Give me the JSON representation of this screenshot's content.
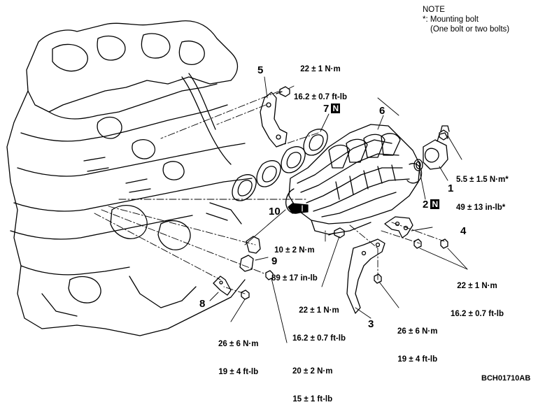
{
  "note": {
    "title": "NOTE",
    "line1": "*: Mounting bolt",
    "line2": "(One bolt or two bolts)"
  },
  "callouts": {
    "p1": "1",
    "p2": "2",
    "p3": "3",
    "p4": "4",
    "p5": "5",
    "p6": "6",
    "p7": "7",
    "p8": "8",
    "p9": "9",
    "p10": "10",
    "new_mark": "N"
  },
  "torque_specs": {
    "top_bracket": [
      "22 ± 1 N·m",
      "16.2 ± 0.7 ft-lb"
    ],
    "part1": [
      "5.5 ± 1.5 N·m*",
      "49 ± 13 in-lb*"
    ],
    "part9": [
      "10 ± 2 N·m",
      "89 ± 17 in-lb"
    ],
    "part4": [
      "22 ± 1 N·m",
      "16.2 ± 0.7 ft-lb"
    ],
    "part3": [
      "22 ± 1 N·m",
      "16.2 ± 0.7 ft-lb"
    ],
    "part3_lower": [
      "26 ± 6 N·m",
      "19 ± 4 ft-lb"
    ],
    "part8": [
      "26 ± 6 N·m",
      "19 ± 4 ft-lb"
    ],
    "bottom": [
      "20 ± 2 N·m",
      "15 ± 1 ft-lb"
    ]
  },
  "figure_code": "BCH01710AB"
}
